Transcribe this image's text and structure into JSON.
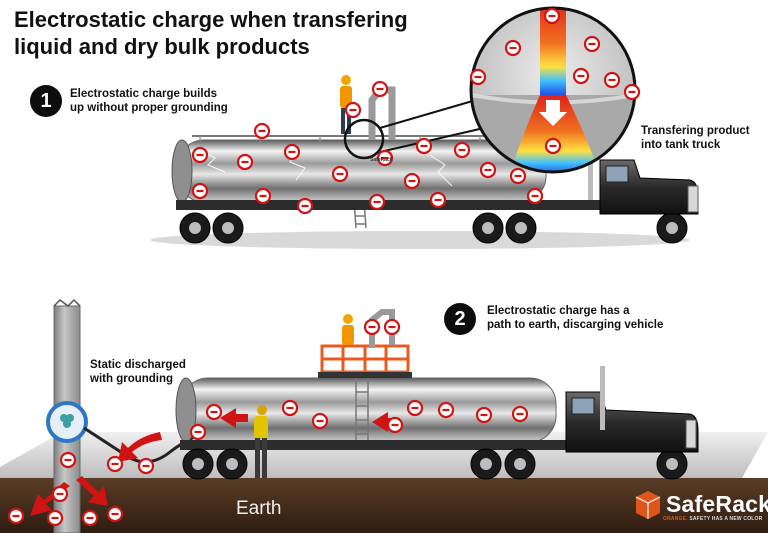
{
  "title_line1": "Electrostatic charge when transfering",
  "title_line2": "liquid and dry bulk products",
  "step1": {
    "number": "1",
    "line1": "Electrostatic charge builds",
    "line2": "up without proper grounding"
  },
  "inset_caption": {
    "line1": "Transfering product",
    "line2": "into tank truck"
  },
  "step2": {
    "number": "2",
    "line1": "Electrostatic charge has a",
    "line2": "path to earth, discarging vehicle"
  },
  "grounding_caption": {
    "line1": "Static discharged",
    "line2": "with grounding"
  },
  "earth_label": "Earth",
  "tank_text": "SafeRack",
  "brand": {
    "name": "SafeRack",
    "tagline_accent": "ORANGE.",
    "tagline_rest": " SAFETY HAS A NEW COLOR",
    "accent_color": "#e0561a"
  },
  "charge_symbol": "−",
  "colors": {
    "charge_red": "#d01414",
    "earth_brown": "#4a3120",
    "ground_gray": "#c9c9c9",
    "grounding_blue": "#2e76c8"
  }
}
